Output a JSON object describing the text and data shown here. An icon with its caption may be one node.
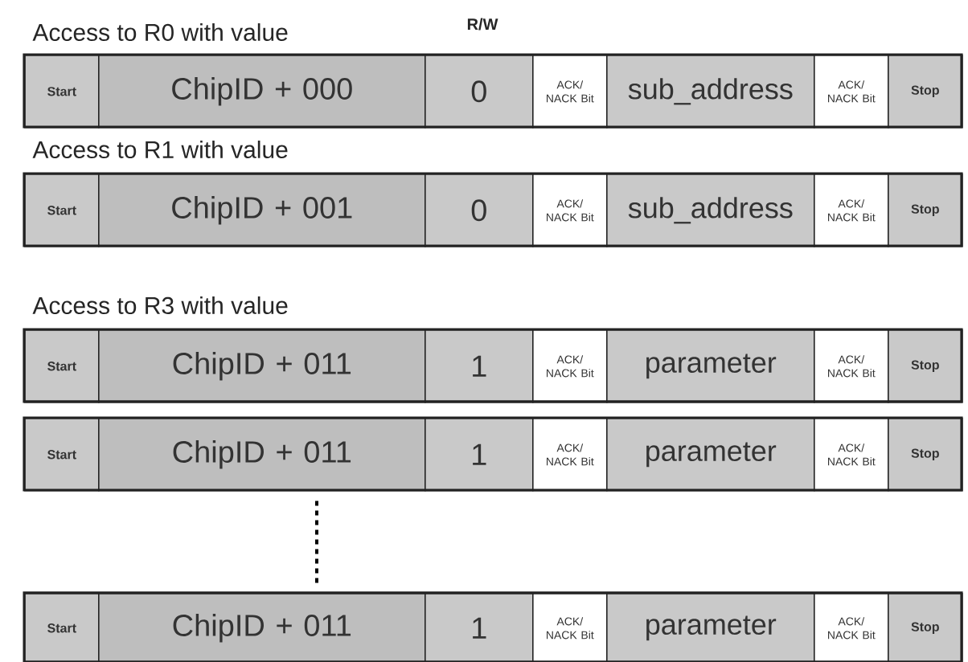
{
  "diagram": {
    "nodes": [
      {
        "text": [
          "Start"
        ]
      },
      {
        "text": [
          "ChipID + 000"
        ]
      },
      {
        "text": [
          "0"
        ]
      },
      {
        "text": [
          "ACK/ NACK Bit"
        ]
      },
      {
        "text": [
          "sub_address"
        ]
      },
      {
        "text": [
          "ACK/ NACK Bit"
        ]
      },
      {
        "text": [
          "Stop"
        ]
      },
      {
        "text": [
          "Start"
        ]
      },
      {
        "text": [
          "ChipID + 001"
        ]
      },
      {
        "text": [
          "0"
        ]
      },
      {
        "text": [
          "ACK/ NACK Bit"
        ]
      },
      {
        "text": [
          "sub_address"
        ]
      },
      {
        "text": [
          "ACK/ NACK Bit"
        ]
      },
      {
        "text": [
          "Stop"
        ]
      },
      {
        "text": [
          "Start"
        ]
      },
      {
        "text": [
          "ChipID + 011"
        ]
      },
      {
        "text": [
          "1"
        ]
      },
      {
        "text": [
          "ACK/ NACK Bit"
        ]
      },
      {
        "text": [
          "parameter"
        ]
      },
      {
        "text": [
          "ACK/ NACK Bit"
        ]
      },
      {
        "text": [
          "Stop"
        ]
      },
      {
        "text": [
          "Start"
        ]
      },
      {
        "text": [
          "ChipID + 011"
        ]
      },
      {
        "text": [
          "1"
        ]
      },
      {
        "text": [
          "ACK/ NACK Bit"
        ]
      },
      {
        "text": [
          "parameter"
        ]
      },
      {
        "text": [
          "ACK/ NACK Bit"
        ]
      },
      {
        "text": [
          "Stop"
        ]
      },
      {
        "text": [
          "Start"
        ]
      },
      {
        "text": [
          "ChipID + 011"
        ]
      },
      {
        "text": [
          "1"
        ]
      },
      {
        "text": [
          "ACK/ NACK Bit"
        ]
      },
      {
        "text": [
          "parameter"
        ]
      },
      {
        "text": [
          "ACK/ NACK Bit"
        ]
      },
      {
        "text": [
          "Stop"
        ]
      }
    ],
    "edges": [
      {
        "from": 22,
        "to": 29,
        "arrow": "none",
        "style": "dashed"
      }
    ],
    "labels": [
      "Access to R0 with value",
      "R/W",
      "Access to R1 with value",
      "Access to R3 with value"
    ]
  }
}
